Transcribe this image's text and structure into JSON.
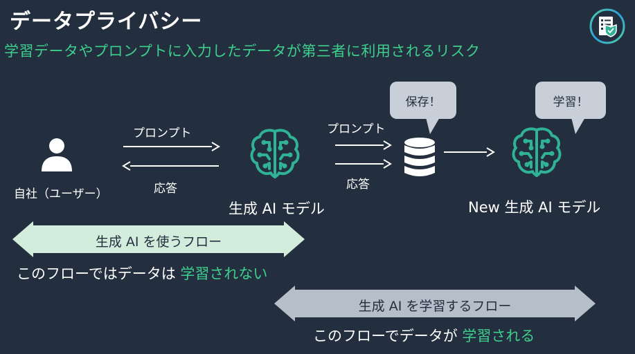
{
  "header": {
    "title": "データプライバシー",
    "subtitle": "学習データやプロンプトに入力したデータが第三者に利用されるリスク"
  },
  "diagram": {
    "user_label": "自社（ユーザー）",
    "prompt_label_1": "プロンプト",
    "response_label_1": "応答",
    "model_label": "生成 AI モデル",
    "prompt_label_2": "プロンプト",
    "response_label_2": "応答",
    "save_bubble": "保存！",
    "learn_bubble": "学習！",
    "new_model_label": "New 生成 AI モデル"
  },
  "flows": {
    "use_flow_label": "生成 AI を使うフロー",
    "use_note_prefix": "このフローではデータは ",
    "use_note_highlight": "学習されない",
    "learn_flow_label": "生成 AI を学習するフロー",
    "learn_note_prefix": "このフローでデータが ",
    "learn_note_highlight": "学習される"
  },
  "colors": {
    "background": "#232f3e",
    "accent_green": "#3ecf8e",
    "icon_green": "#2fb394",
    "use_band": "#d3eddc",
    "learn_band": "#b6bec9",
    "bubble": "#c8cfd8"
  },
  "icons": {
    "logo": "checklist-shield-icon",
    "user": "user-icon",
    "model": "brain-circuit-icon",
    "database": "database-icon"
  }
}
